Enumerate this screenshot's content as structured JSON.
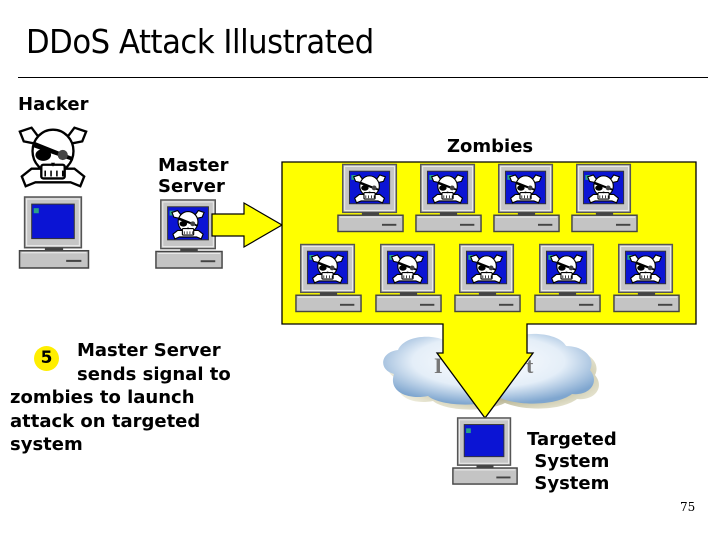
{
  "slide": {
    "title": "DDoS Attack Illustrated",
    "page_number": "75"
  },
  "labels": {
    "hacker": "Hacker",
    "master_server_line1": "Master",
    "master_server_line2": "Server",
    "zombies": "Zombies",
    "targeted_line1": "Targeted",
    "targeted_line2": "System",
    "targeted_line3": "System",
    "cloud_partial_left": "I",
    "cloud_partial_right": "t"
  },
  "step": {
    "number": "5",
    "lines": [
      "Master Server",
      "sends signal to",
      "zombies to launch",
      "attack on targeted",
      "system"
    ]
  },
  "nodes": {
    "hacker": {
      "icon": "skull-crossbones-icon",
      "computer": "computer-icon"
    },
    "master_server": {
      "computer": "infected-computer-icon"
    },
    "zombies": {
      "top_row_count": 4,
      "bottom_row_count": 5,
      "computer": "infected-computer-icon"
    },
    "target": {
      "computer": "computer-icon"
    },
    "network": {
      "icon": "cloud-icon"
    }
  },
  "colors": {
    "zombie_zone": "#ffff00",
    "arrow": "#ffff00",
    "step_badge": "#ffee00",
    "screen": "#0a12d8",
    "monitor": "#c0c0c0"
  }
}
